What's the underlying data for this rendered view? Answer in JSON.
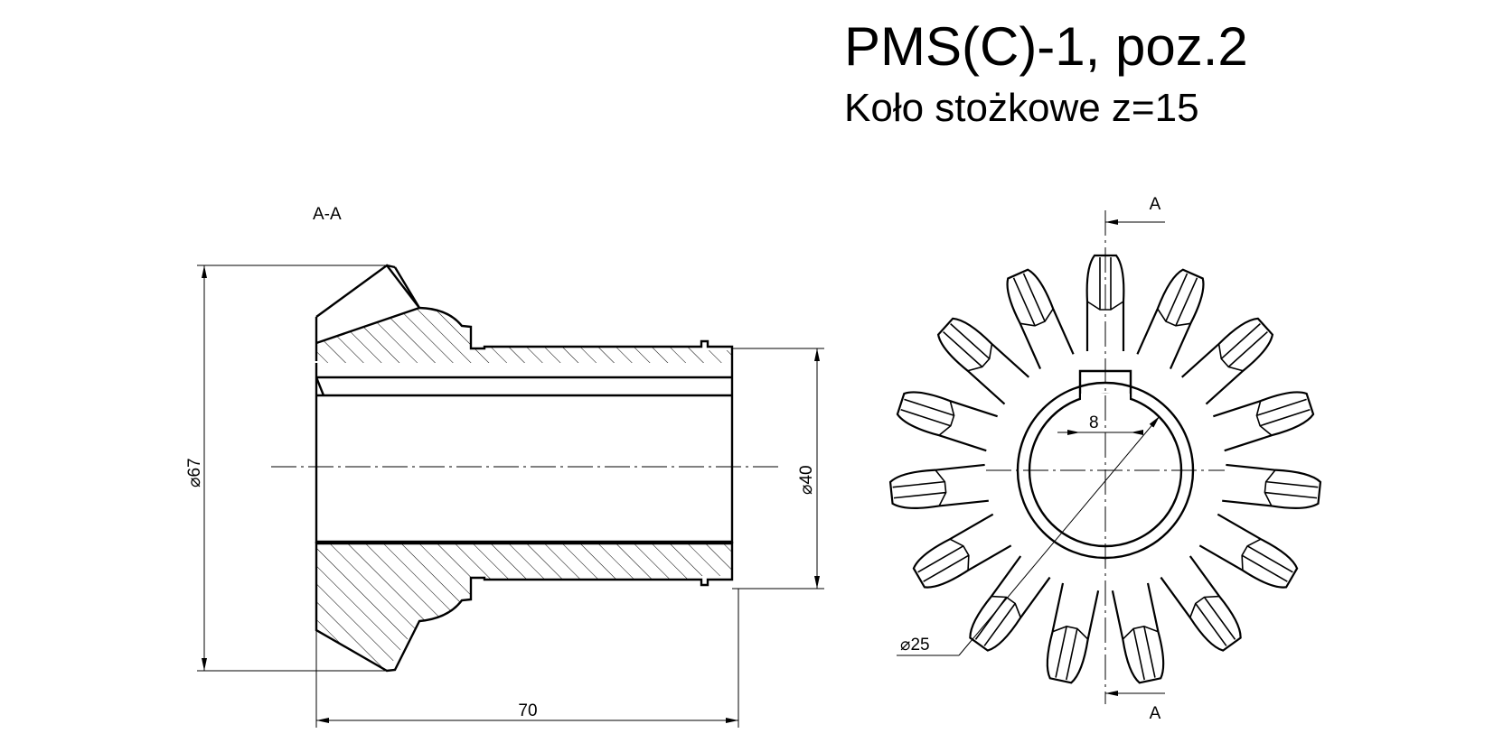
{
  "title": {
    "line1": "PMS(C)-1, poz.2",
    "line2": "Koło stożkowe z=15"
  },
  "section_view": {
    "label": "A-A",
    "dim_outer_diameter": "67",
    "dim_bore_diameter": "40",
    "dim_length": "70"
  },
  "front_view": {
    "section_mark_top": "A",
    "section_mark_bottom": "A",
    "dim_keyway": "8",
    "dim_bore": "25",
    "tooth_count": 15
  },
  "diameter_symbol": "⌀"
}
